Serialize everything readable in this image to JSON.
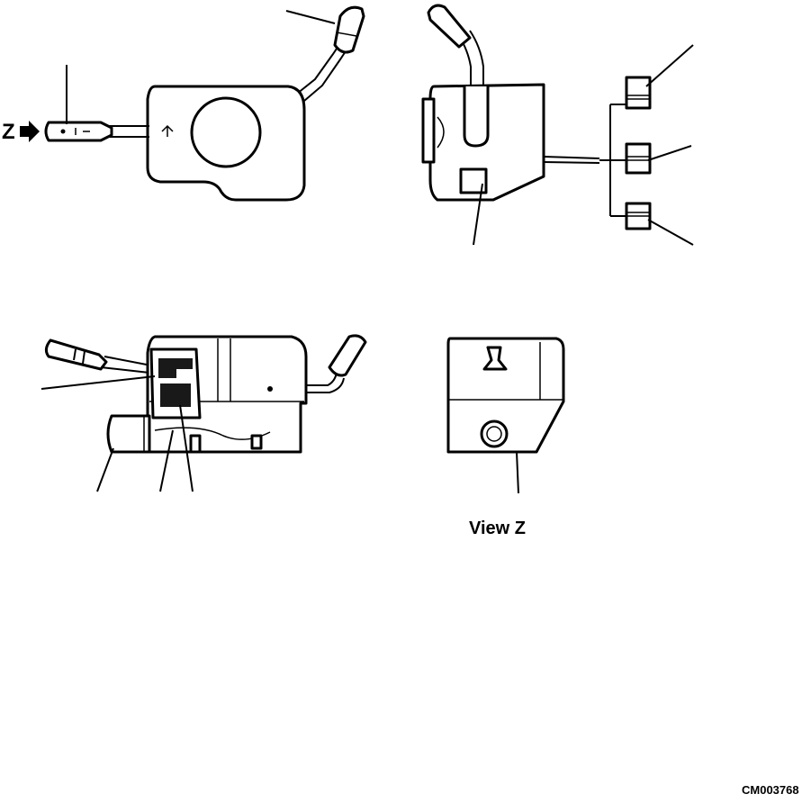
{
  "figure": {
    "view_letter": "Z",
    "view_caption": "View Z",
    "figure_code": "CM003768"
  },
  "colors": {
    "ink": "#000000",
    "paper": "#ffffff"
  },
  "icons": [
    "arrow-right-icon"
  ]
}
